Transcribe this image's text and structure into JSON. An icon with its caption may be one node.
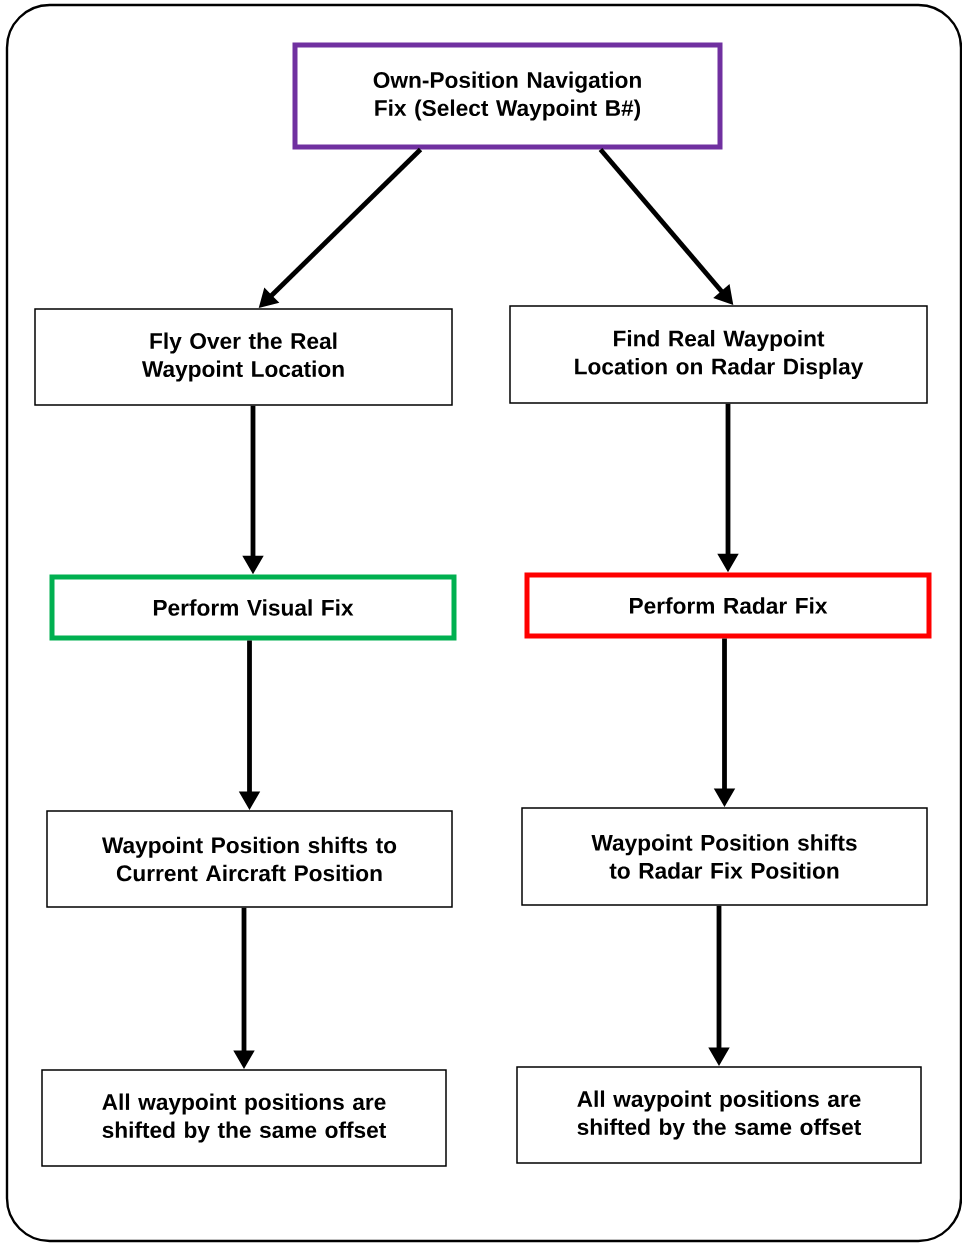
{
  "diagram": {
    "nodes": [
      {
        "text": [
          "Own-Position Navigation Fix (Select Waypoint B#)"
        ]
      },
      {
        "text": [
          "Fly Over the Real Waypoint Location"
        ]
      },
      {
        "text": [
          "Find Real Waypoint Location on Radar Display"
        ]
      },
      {
        "text": [
          "Perform Visual Fix"
        ]
      },
      {
        "text": [
          "Perform Radar Fix"
        ]
      },
      {
        "text": [
          "Waypoint Position shifts to Current Aircraft Position"
        ]
      },
      {
        "text": [
          "Waypoint Position shifts to Radar Fix Position"
        ]
      },
      {
        "text": [
          "All waypoint positions are shifted by the same offset"
        ]
      },
      {
        "text": [
          "All waypoint positions are shifted by the same offset"
        ]
      }
    ],
    "edges": [
      {
        "from": 0,
        "to": 1,
        "arrow": "to"
      },
      {
        "from": 0,
        "to": 2,
        "arrow": "to"
      },
      {
        "from": 1,
        "to": 3,
        "arrow": "to"
      },
      {
        "from": 2,
        "to": 4,
        "arrow": "to"
      },
      {
        "from": 3,
        "to": 5,
        "arrow": "to"
      },
      {
        "from": 4,
        "to": 6,
        "arrow": "to"
      },
      {
        "from": 5,
        "to": 7,
        "arrow": "to"
      },
      {
        "from": 6,
        "to": 8,
        "arrow": "to"
      }
    ]
  }
}
